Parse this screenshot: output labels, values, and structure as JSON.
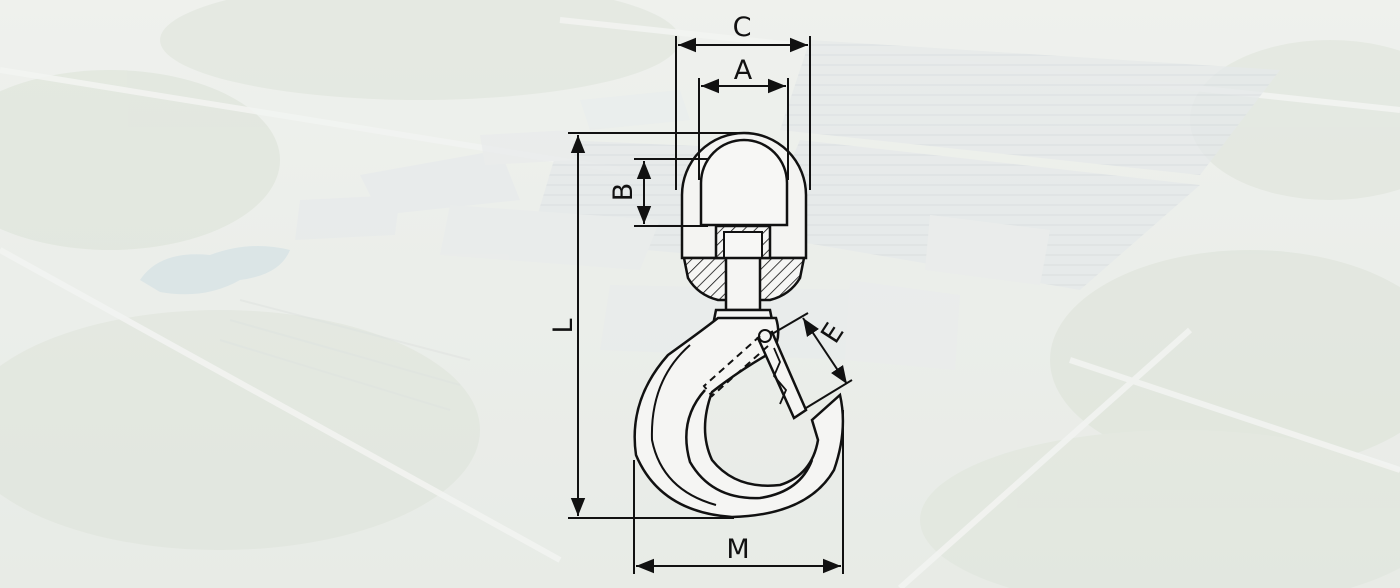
{
  "diagram": {
    "subject": "swivel-hook-with-safety-latch",
    "background": "faded-aerial-factory-campus-photo",
    "line_color": "#111111",
    "dimensions": {
      "C": "C",
      "A": "A",
      "B": "B",
      "L": "L",
      "E": "E",
      "M": "M"
    }
  }
}
